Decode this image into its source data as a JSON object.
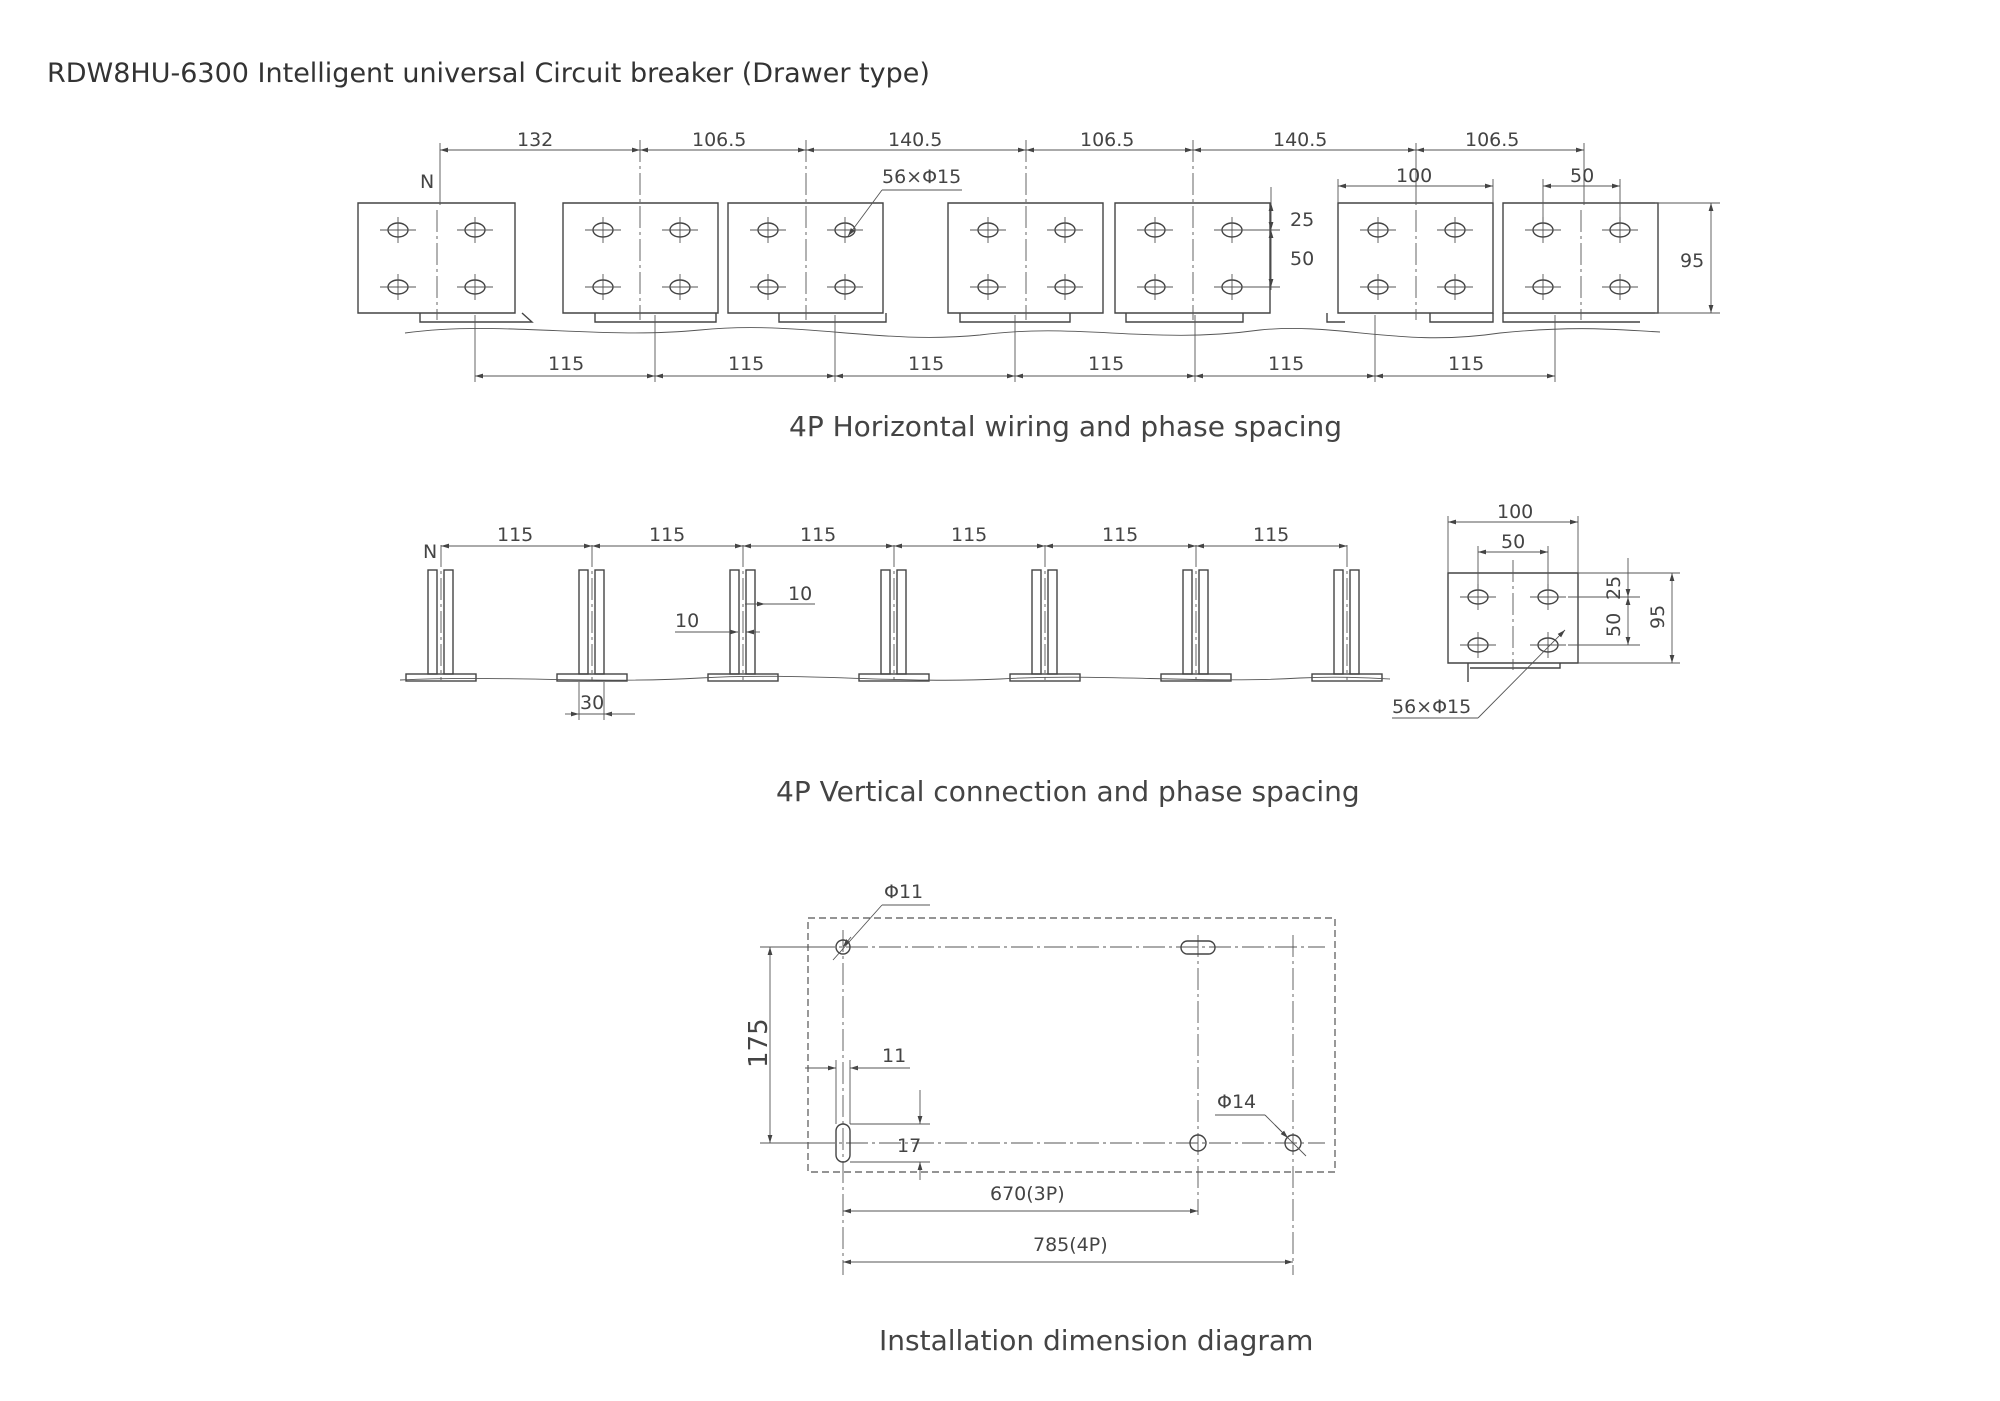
{
  "title": "RDW8HU-6300 Intelligent universal Circuit breaker (Drawer type)",
  "captions": {
    "horizontal": "4P Horizontal wiring and phase spacing",
    "vertical": "4P Vertical connection and phase spacing",
    "installation": "Installation dimension diagram"
  },
  "horizontal": {
    "neutral_label": "N",
    "top_dims": [
      "132",
      "106.5",
      "140.5",
      "106.5",
      "140.5",
      "106.5"
    ],
    "bottom_dims": [
      "115",
      "115",
      "115",
      "115",
      "115",
      "115"
    ],
    "hole_label": "56×Φ15",
    "width_100": "100",
    "width_50": "50",
    "v25": "25",
    "v50": "50",
    "height_95": "95"
  },
  "vertical": {
    "neutral_label": "N",
    "top_dims": [
      "115",
      "115",
      "115",
      "115",
      "115",
      "115"
    ],
    "gap_10a": "10",
    "gap_10b": "10",
    "width_30": "30",
    "detail": {
      "w100": "100",
      "w50": "50",
      "v25": "25",
      "v50": "50",
      "h95": "95",
      "hole_label": "56×Φ15"
    }
  },
  "installation": {
    "hole_phi11": "Φ11",
    "hole_phi14": "Φ14",
    "height_175": "175",
    "slot_11": "11",
    "slot_17": "17",
    "dim_3p": "670(3P)",
    "dim_4p": "785(4P)"
  }
}
